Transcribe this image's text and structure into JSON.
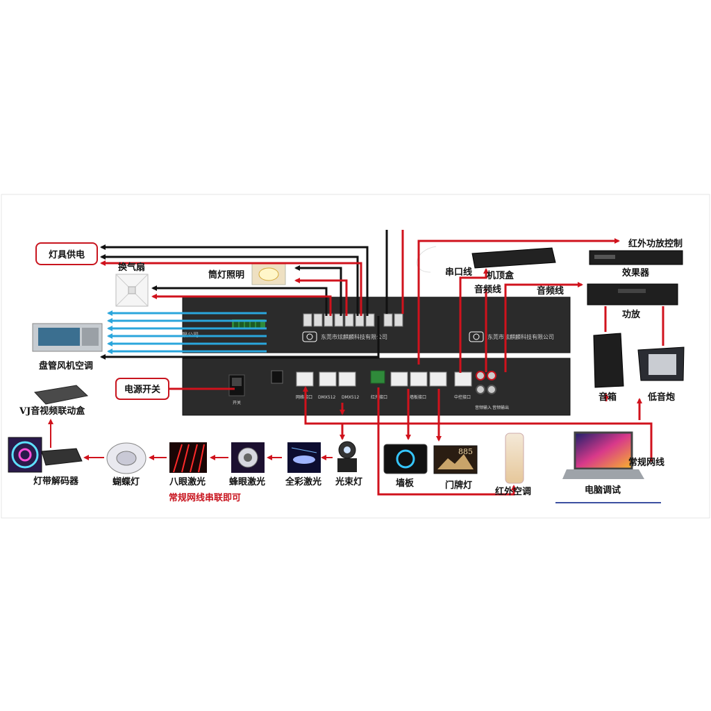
{
  "labels": {
    "lamp_power": "灯具供电",
    "exhaust_fan": "换气扇",
    "downlight": "筒灯照明",
    "fan_coil_ac": "盘管风机空调",
    "power_switch": "电源开关",
    "vj_box": "VJ音视频联动盒",
    "strip_decoder": "灯带解码器",
    "butterfly_light": "蝴蝶灯",
    "eight_eye_laser": "八眼激光",
    "bee_eye_laser": "蜂眼激光",
    "full_color_laser": "全彩激光",
    "beam_light": "光束灯",
    "serial_note": "常规网线串联即可",
    "wall_panel": "墙板",
    "door_sign_light": "门牌灯",
    "ir_ac": "红外空调",
    "serial_line": "串口线",
    "settop_box": "机顶盒",
    "audio_line_1": "音频线",
    "audio_line_2": "音频线",
    "ir_amp_control": "红外功放控制",
    "effects_unit": "效果器",
    "amplifier": "功放",
    "speaker": "音箱",
    "subwoofer": "低音炮",
    "regular_cable": "常规网线",
    "pc_debug": "电脑调试",
    "door_sign_digits": "885",
    "watermark": "东莞市炫麒麟科技有限公司",
    "watermark_partial": "限公司",
    "switch_label": "开关",
    "port_network": "网络接口",
    "port_dmx1": "DMX512",
    "port_dmx2": "DMX512",
    "port_ir": "红外接口",
    "port_wall": "墙板接口",
    "port_central": "中控接口",
    "port_audio_in": "音频输入",
    "port_audio_out": "音频输出"
  },
  "colors": {
    "red_line": "#d0121c",
    "black_line": "#111111",
    "blue_line": "#2aa6dc",
    "device_body": "#2b2b2b",
    "background": "#ffffff"
  }
}
